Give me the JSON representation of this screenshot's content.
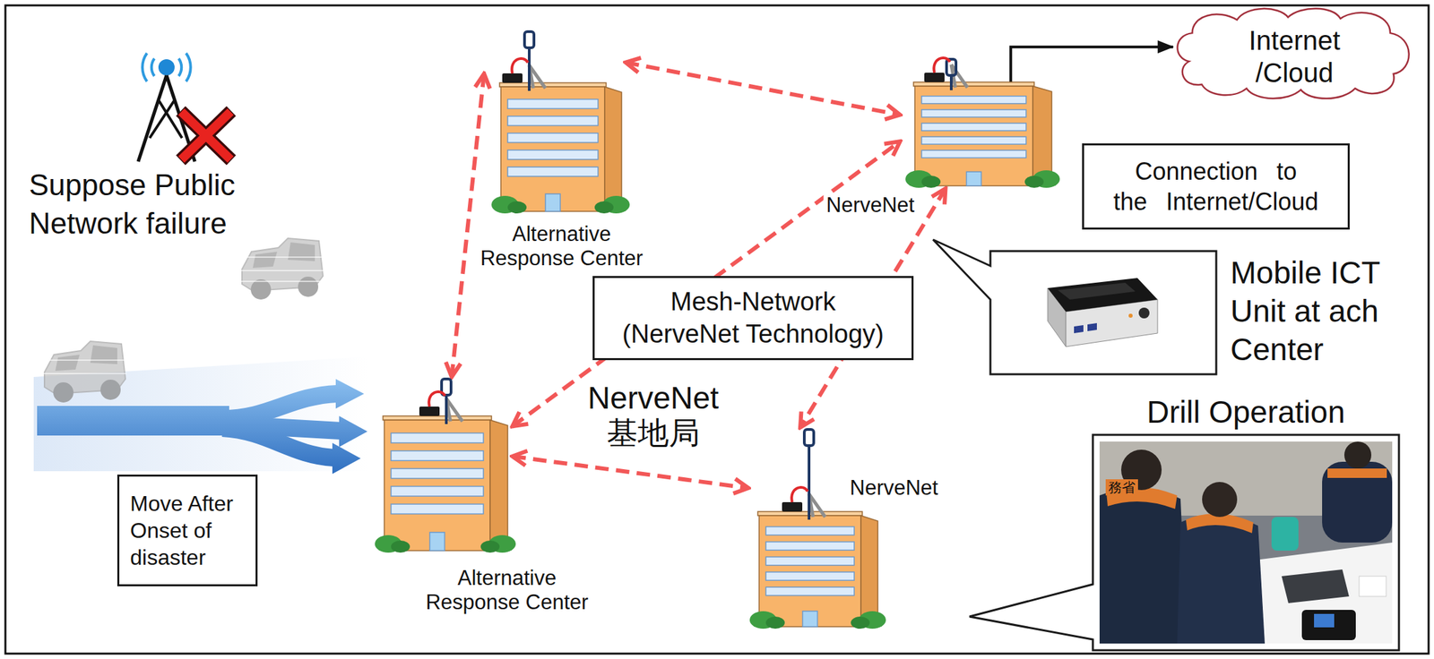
{
  "diagram": {
    "nodes": [
      {
        "text": [
          "Alternative Response Center"
        ]
      },
      {
        "text": [
          "NerveNet"
        ]
      },
      {
        "text": [
          "Internet /Cloud"
        ]
      },
      {
        "text": [
          "Connection to the Internet/Cloud"
        ]
      },
      {
        "text": [
          "Mesh-Network (NerveNet Technology)"
        ]
      },
      {
        "text": [
          "Mobile ICT Unit at ach Center"
        ]
      },
      {
        "text": [
          "Move After Onset of disaster"
        ]
      },
      {
        "text": [
          "Alternative Response Center"
        ]
      },
      {
        "text": [
          "NerveNet"
        ]
      },
      {
        "text": [
          "Drill Operation"
        ]
      }
    ],
    "edges": [
      {
        "from": 0,
        "to": 1,
        "arrow": "both"
      },
      {
        "from": 0,
        "to": 7,
        "arrow": "both"
      },
      {
        "from": 7,
        "to": 1,
        "arrow": "both"
      },
      {
        "from": 1,
        "to": 8,
        "arrow": "both"
      },
      {
        "from": 7,
        "to": 8,
        "arrow": "both"
      },
      {
        "from": 1,
        "to": 2,
        "arrow": "to"
      }
    ],
    "labels": [
      "Suppose Public Network failure",
      "NerveNet 基地局",
      "務省"
    ]
  }
}
